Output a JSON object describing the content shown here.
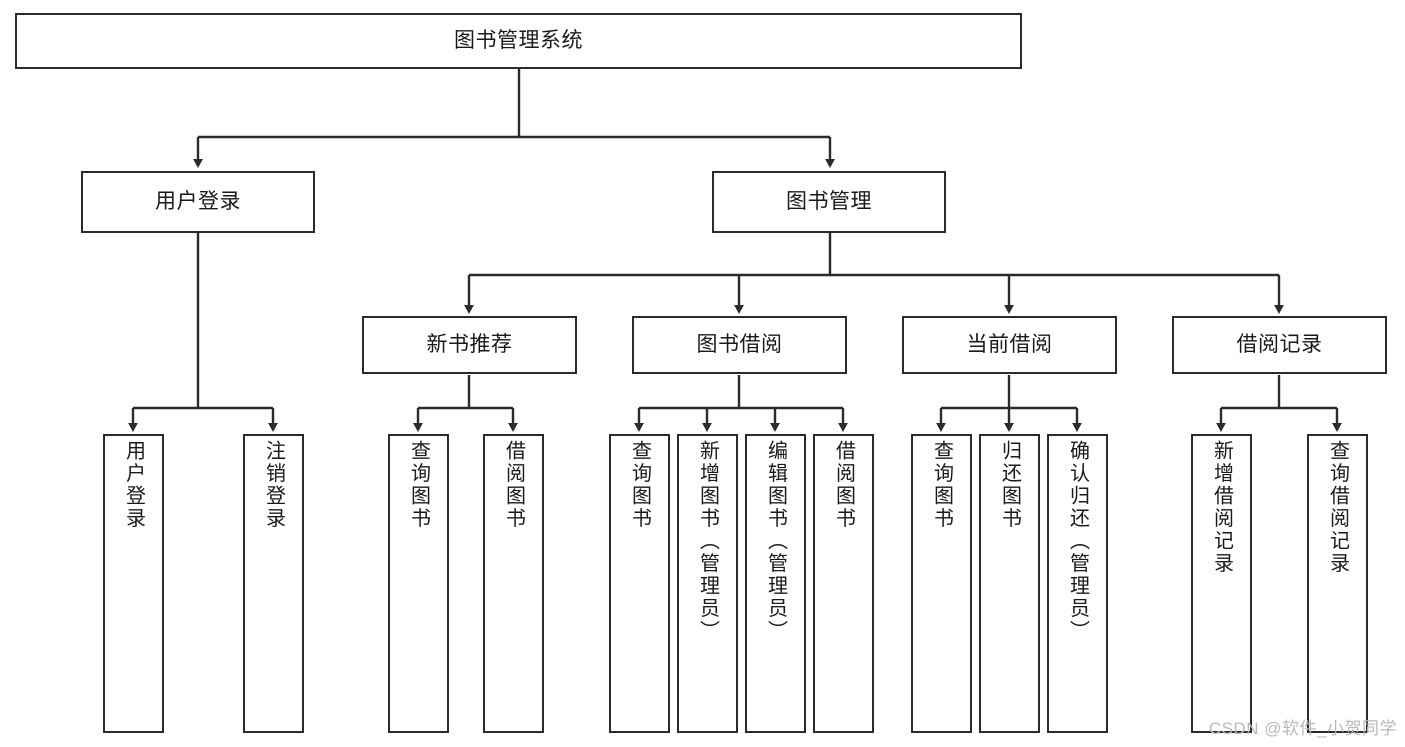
{
  "diagram": {
    "title": "图书管理系统",
    "type": "hierarchy-tree",
    "line_color": "#2b2b2b",
    "box_fill": "#ffffff",
    "levels": {
      "root": {
        "label": "图书管理系统"
      },
      "level2": [
        {
          "label": "用户登录"
        },
        {
          "label": "图书管理"
        }
      ],
      "level3": [
        {
          "label": "新书推荐"
        },
        {
          "label": "图书借阅"
        },
        {
          "label": "当前借阅"
        },
        {
          "label": "借阅记录"
        }
      ],
      "leaves": [
        {
          "label": "用户登录"
        },
        {
          "label": "注销登录"
        },
        {
          "label": "查询图书"
        },
        {
          "label": "借阅图书"
        },
        {
          "label": "查询图书"
        },
        {
          "label": "新增图书（管理员）"
        },
        {
          "label": "编辑图书（管理员）"
        },
        {
          "label": "借阅图书"
        },
        {
          "label": "查询图书"
        },
        {
          "label": "归还图书"
        },
        {
          "label": "确认归还（管理员）"
        },
        {
          "label": "新增借阅记录"
        },
        {
          "label": "查询借阅记录"
        }
      ]
    }
  },
  "watermark": {
    "text": "CSDN @软件_小贺同学",
    "color": "#b9b9b9"
  }
}
